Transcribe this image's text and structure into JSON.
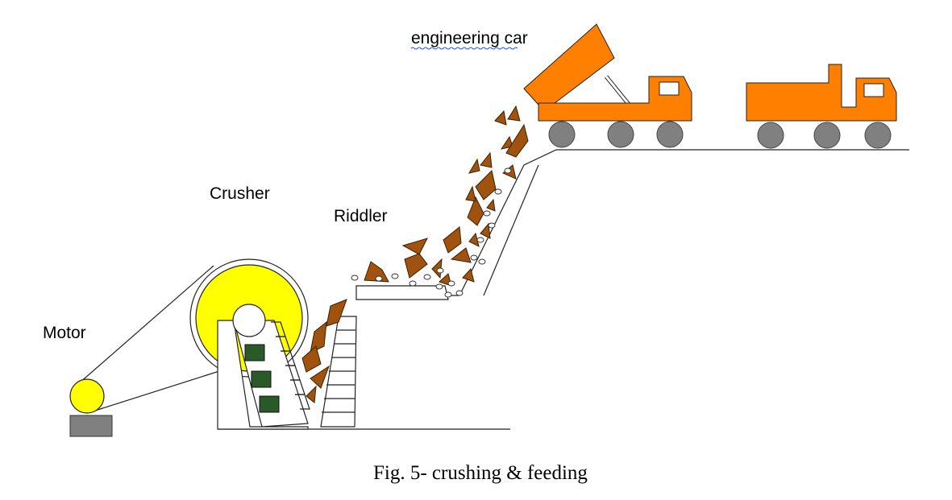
{
  "labels": {
    "engineering_car": "engineering car",
    "crusher": "Crusher",
    "riddler": "Riddler",
    "motor": "Motor"
  },
  "caption": "Fig. 5- crushing & feeding",
  "colors": {
    "truck": "#ff8000",
    "wheel": "#808080",
    "crusher_wheel": "#ffff00",
    "motor_pulley": "#ffff00",
    "motor_base": "#808080",
    "rock": "#a0520f",
    "jaw_block": "#2a5a2a",
    "spell_underline": "#1a4fff"
  }
}
